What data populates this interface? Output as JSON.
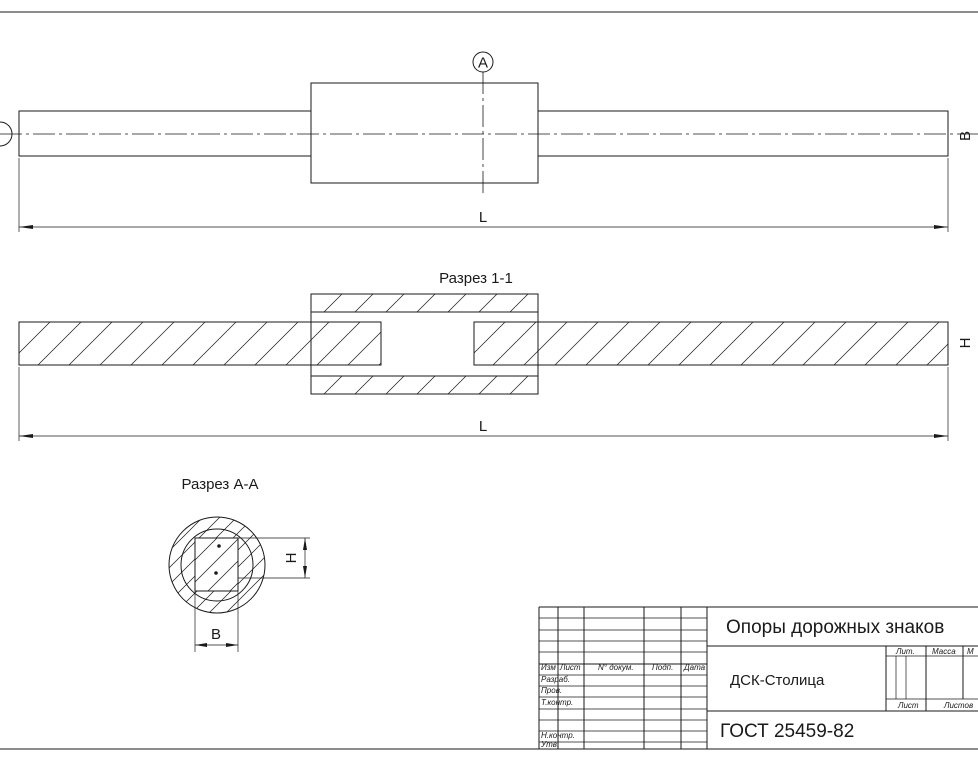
{
  "views": {
    "callout_label": "A",
    "right_edge_label": "B",
    "right_edge_label_2": "H",
    "length_label": "L",
    "length_label_2": "L",
    "section_1_title": "Разрез 1-1",
    "section_a_title": "Разрез А-А",
    "dim_h": "H",
    "dim_b": "B"
  },
  "title_block": {
    "title": "Опоры дорожных знаков",
    "organization": "ДСК-Столица",
    "document": "ГОСТ 25459-82",
    "col_izm": "Изм",
    "col_list": "Лист",
    "col_doc": "N° докум.",
    "col_sign": "Подп.",
    "col_date": "Дата",
    "row_razrab": "Разраб.",
    "row_prov": "Пров.",
    "row_tkontr": "Т.контр.",
    "row_nkontr": "Н.контр.",
    "row_utv": "Утв.",
    "lit": "Лит.",
    "massa": "Масса",
    "masshtab": "М",
    "sheet": "Лист",
    "sheets": "Листов"
  },
  "colors": {
    "line": "#1a1a1a",
    "background": "#ffffff"
  }
}
